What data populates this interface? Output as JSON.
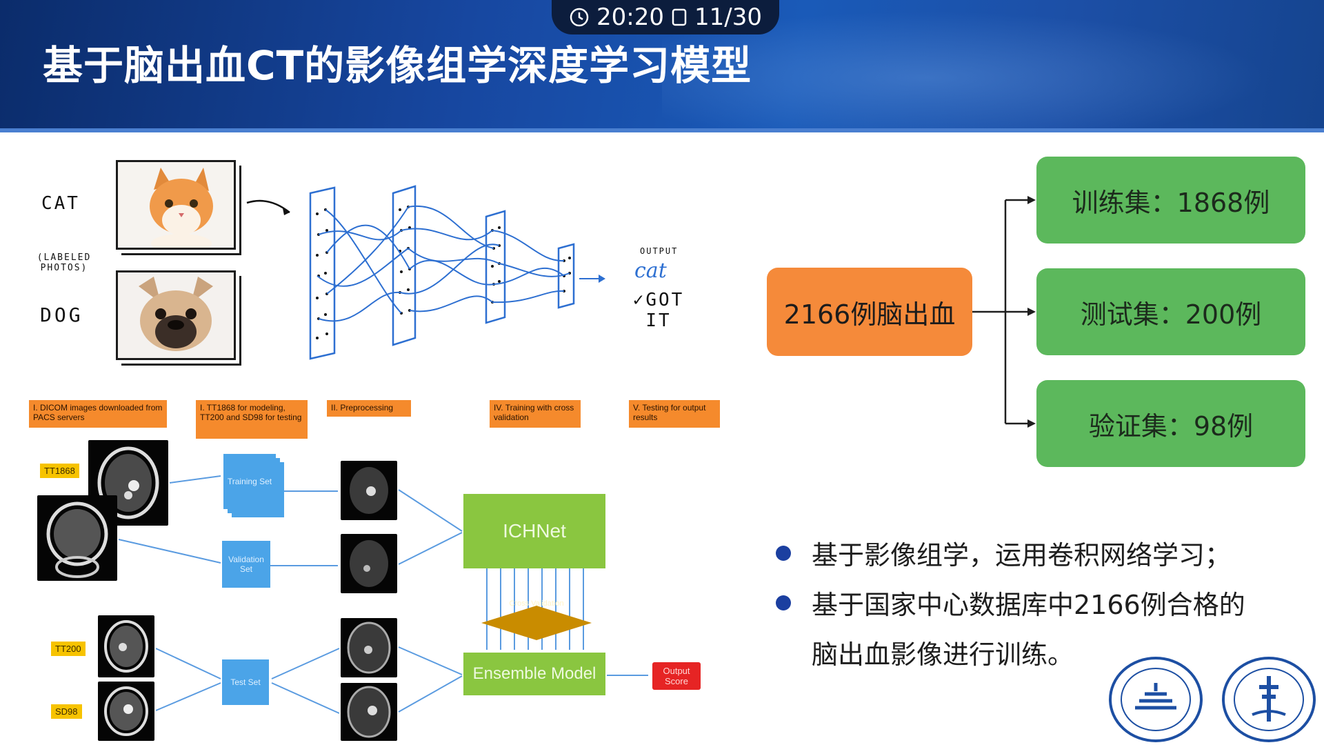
{
  "status": {
    "time": "20:20",
    "page": "11/30"
  },
  "title": "基于脑出血CT的影像组学深度学习模型",
  "cnn_diagram": {
    "cat_label": "CAT",
    "labeled_photos": "(LABELED PHOTOS)",
    "dog_label": "DOG",
    "output_label": "OUTPUT",
    "output_value": "cat",
    "got_it": "✓GOT IT"
  },
  "pipeline": {
    "steps": [
      "I.  DICOM images downloaded from PACS servers",
      "I.  TT1868 for modeling, TT200 and SD98 for testing",
      "II.  Preprocessing",
      "IV.  Training with cross validation",
      "V.  Testing for output results"
    ],
    "tags": {
      "tt1868": "TT1868",
      "tt200": "TT200",
      "sd98": "SD98"
    },
    "training_set": "Training Set",
    "validation_set": "Validation Set",
    "test_set": "Test Set",
    "ichnet": "ICHNet",
    "cross_validation": "Cross Validation",
    "ensemble_model": "Ensemble Model",
    "output_score": "Output Score"
  },
  "dataset": {
    "total": "2166例脑出血",
    "train": "训练集：1868例",
    "test": "测试集：200例",
    "val": "验证集：98例"
  },
  "bullets": {
    "b1": "基于影像组学，运用卷积网络学习；",
    "b2_line1": "基于国家中心数据库中2166例合格的",
    "b2_line2": "脑出血影像进行训练。"
  },
  "logos": [
    "tiantan-hospital-logo",
    "capital-medical-university-logo"
  ],
  "colors": {
    "header": "#1747a0",
    "orange": "#f58a3a",
    "green": "#5cb85c",
    "bullet": "#1b3fa0"
  }
}
